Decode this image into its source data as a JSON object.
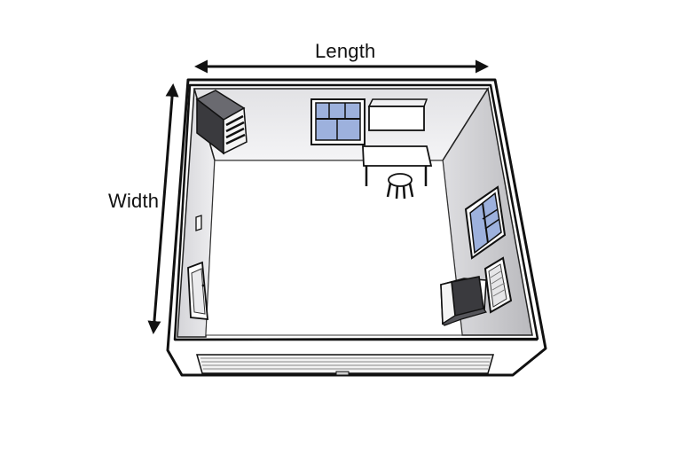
{
  "diagram": {
    "length_label": "Length",
    "width_label": "Width"
  },
  "colors": {
    "outline": "#111111",
    "floor": "#ffffff",
    "back_wall": "#e6e6e8",
    "left_wall": "#dcdcde",
    "right_wall": "#c9c9cc",
    "window_glass": "#9db1dd",
    "appliance_dark": "#3a3a3e"
  },
  "objects": [
    "appliance-box",
    "back-wall-window",
    "wall-cabinet",
    "desk",
    "chair",
    "wall-switch",
    "door",
    "side-window",
    "side-door",
    "armchair",
    "baseboard-heater"
  ]
}
